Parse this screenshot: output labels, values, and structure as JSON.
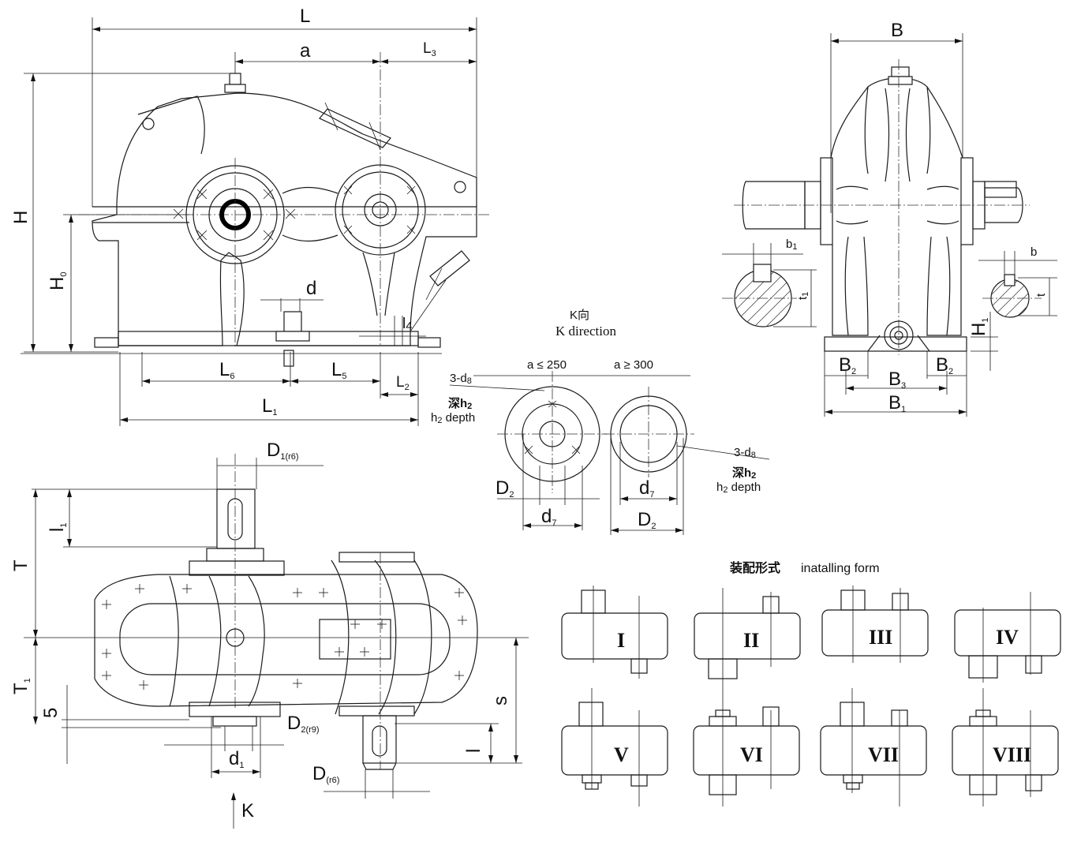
{
  "title": "装配形式 inatalling form",
  "front_view": {
    "labels": {
      "L": "L",
      "a": "a",
      "L3": "L",
      "L3_sub": "3",
      "H": "H",
      "H0": "H",
      "H0_sub": "0",
      "d": "d",
      "l4": "l",
      "l4_sub": "4",
      "L6": "L",
      "L6_sub": "6",
      "L5": "L",
      "L5_sub": "5",
      "L2": "L",
      "L2_sub": "2",
      "L1": "L",
      "L1_sub": "1"
    }
  },
  "side_view": {
    "labels": {
      "B": "B",
      "b1": "b",
      "b1_sub": "1",
      "b": "b",
      "t1": "t",
      "t1_sub": "1",
      "t": "t",
      "H1": "H",
      "H1_sub": "1",
      "B2_left": "B",
      "B2_left_sub": "2",
      "B2_right": "B",
      "B2_right_sub": "2",
      "B3": "B",
      "B3_sub": "3",
      "B1": "B",
      "B1_sub": "1"
    }
  },
  "k_direction": {
    "title_cn": "K向",
    "title_en": "K direction",
    "case_left": "a ≤ 250",
    "case_right": "a ≥ 300",
    "left_holes": "3-d",
    "left_holes_sub": "8",
    "left_depth_cn": "深h",
    "left_depth_cn_sub": "2",
    "left_depth_en": "h",
    "left_depth_en_sub": "2",
    "left_depth_en_rest": " depth",
    "right_holes": "3-d",
    "right_holes_sub": "8",
    "right_depth_cn": "深h",
    "right_depth_cn_sub": "2",
    "right_depth_en": "h",
    "right_depth_en_sub": "2",
    "right_depth_en_rest": " depth",
    "D2_left": "D",
    "D2_left_sub": "2",
    "d7_left": "d",
    "d7_left_sub": "7",
    "d7_right": "d",
    "d7_right_sub": "7",
    "D2_right": "D",
    "D2_right_sub": "2"
  },
  "top_view": {
    "labels": {
      "D1": "D",
      "D1_sub": "1(r6)",
      "l1": "l",
      "l1_sub": "1",
      "T": "T",
      "T1": "T",
      "T1_sub": "1",
      "five": "5",
      "D2r9": "D",
      "D2r9_sub": "2(r9)",
      "d1": "d",
      "d1_sub": "1",
      "s": "s",
      "l": "l",
      "D": "D",
      "D_sub": "(r6)",
      "K": "K"
    }
  },
  "installing_forms": {
    "heading_cn": "装配形式",
    "heading_en": "inatalling form",
    "forms": [
      "I",
      "II",
      "III",
      "IV",
      "V",
      "VI",
      "VII",
      "VIII"
    ]
  }
}
